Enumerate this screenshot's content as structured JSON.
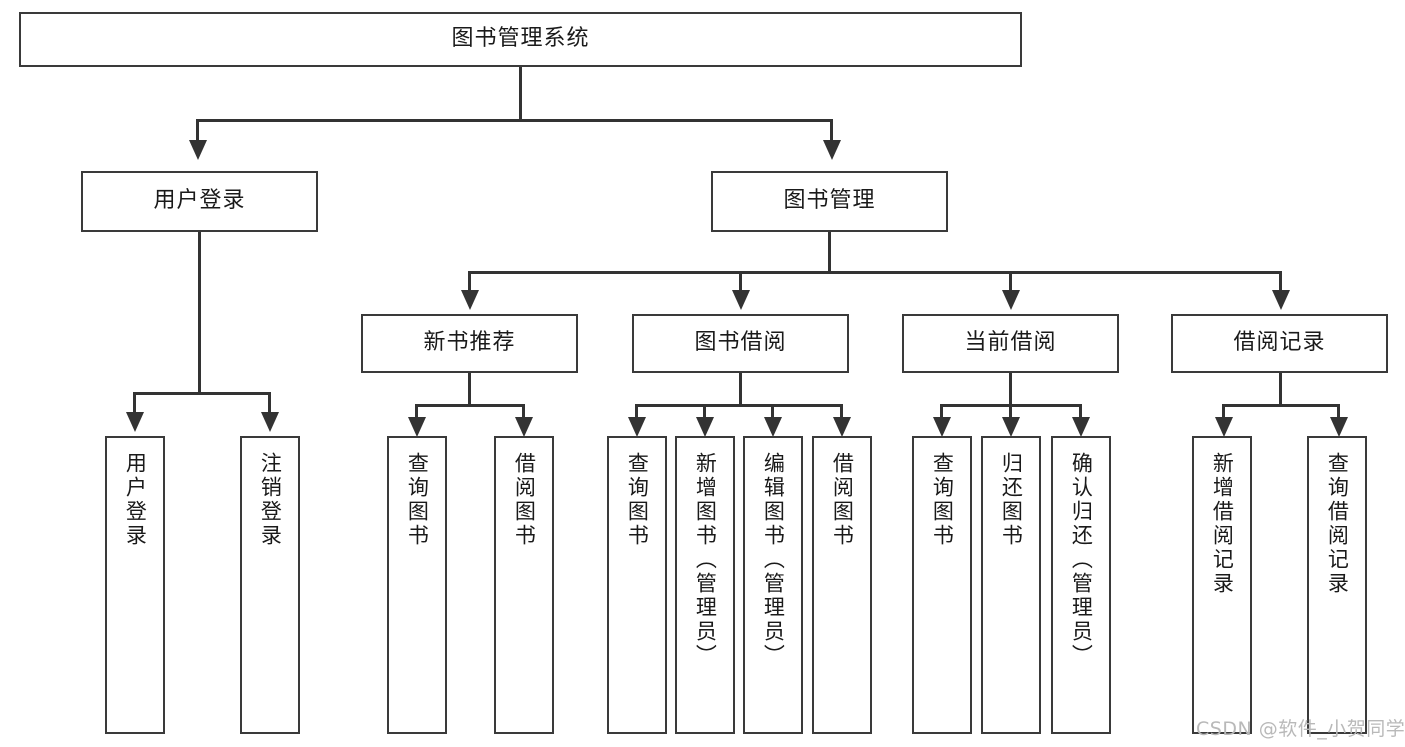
{
  "diagram": {
    "title": "图书管理系统",
    "type": "hierarchy-tree",
    "watermark": "CSDN @软件_小贺同学",
    "colors": {
      "box_border": "#3a3a3a",
      "connector": "#333333",
      "background": "#ffffff",
      "text": "#1a1a1a",
      "watermark": "#b9b9b9"
    },
    "root": {
      "label": "图书管理系统"
    },
    "level2": [
      {
        "id": "user-login",
        "label": "用户登录"
      },
      {
        "id": "book-manage",
        "label": "图书管理"
      }
    ],
    "level3": [
      {
        "id": "new-book-recommend",
        "label": "新书推荐",
        "parent": "book-manage"
      },
      {
        "id": "book-borrow",
        "label": "图书借阅",
        "parent": "book-manage"
      },
      {
        "id": "current-borrow",
        "label": "当前借阅",
        "parent": "book-manage"
      },
      {
        "id": "borrow-record",
        "label": "借阅记录",
        "parent": "book-manage"
      }
    ],
    "leaves": [
      {
        "id": "leaf-user-login",
        "label": "用户登录",
        "parent": "user-login"
      },
      {
        "id": "leaf-user-logout",
        "label": "注销登录",
        "parent": "user-login"
      },
      {
        "id": "leaf-query-book-1",
        "label": "查询图书",
        "parent": "new-book-recommend"
      },
      {
        "id": "leaf-borrow-book-1",
        "label": "借阅图书",
        "parent": "new-book-recommend"
      },
      {
        "id": "leaf-query-book-2",
        "label": "查询图书",
        "parent": "book-borrow"
      },
      {
        "id": "leaf-add-book",
        "label": "新增图书（管理员）",
        "parent": "book-borrow"
      },
      {
        "id": "leaf-edit-book",
        "label": "编辑图书（管理员）",
        "parent": "book-borrow"
      },
      {
        "id": "leaf-borrow-book-2",
        "label": "借阅图书",
        "parent": "book-borrow"
      },
      {
        "id": "leaf-query-book-3",
        "label": "查询图书",
        "parent": "current-borrow"
      },
      {
        "id": "leaf-return-book",
        "label": "归还图书",
        "parent": "current-borrow"
      },
      {
        "id": "leaf-confirm-return",
        "label": "确认归还（管理员）",
        "parent": "current-borrow"
      },
      {
        "id": "leaf-add-record",
        "label": "新增借阅记录",
        "parent": "borrow-record"
      },
      {
        "id": "leaf-query-record",
        "label": "查询借阅记录",
        "parent": "borrow-record"
      }
    ]
  }
}
